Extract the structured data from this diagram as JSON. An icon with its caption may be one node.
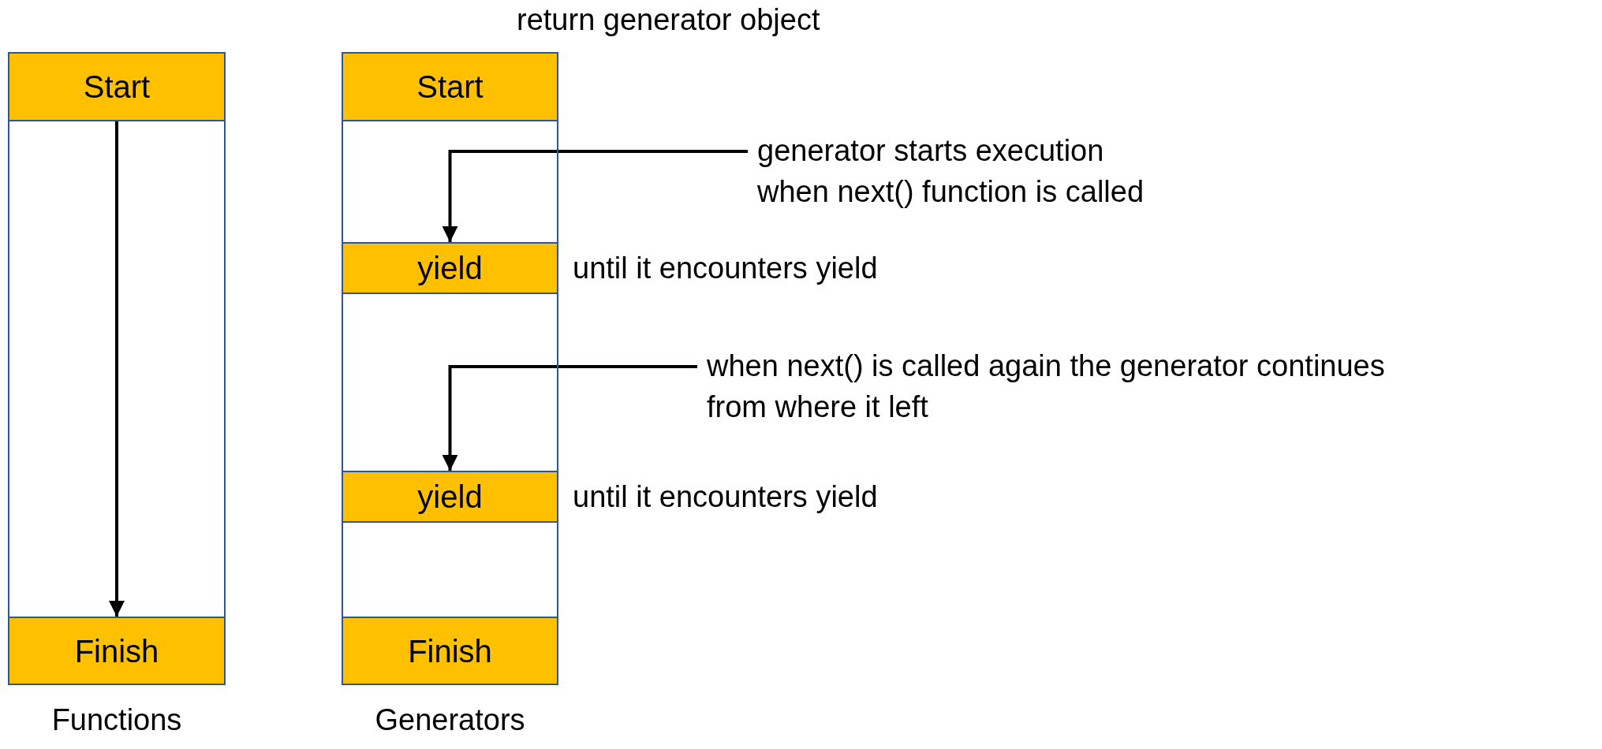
{
  "diagram": {
    "nodes": [
      {
        "text": [
          "Functions"
        ]
      },
      {
        "text": [
          "Start"
        ],
        "in": 0
      },
      {
        "text": [
          "Finish"
        ],
        "in": 0
      },
      {
        "text": [
          "Generators"
        ]
      },
      {
        "text": [
          "Start"
        ],
        "in": 3
      },
      {
        "text": [
          "yield"
        ],
        "in": 3,
        "beside": [
          "until it encounters yield"
        ]
      },
      {
        "text": [
          "yield"
        ],
        "in": 3,
        "beside": [
          "until it encounters yield"
        ]
      },
      {
        "text": [
          "Finish"
        ],
        "in": 3
      },
      {
        "text": [
          "generator starts execution when next() function is called"
        ]
      },
      {
        "text": [
          "when next() is called again the generator continues from where it left"
        ]
      }
    ],
    "edges": [
      {
        "from": 1,
        "to": 2,
        "arrow": "to"
      },
      {
        "from": 8,
        "to": 5,
        "arrow": "to"
      },
      {
        "from": 9,
        "to": 6,
        "arrow": "to"
      }
    ],
    "labels": [
      "return generator object"
    ]
  }
}
